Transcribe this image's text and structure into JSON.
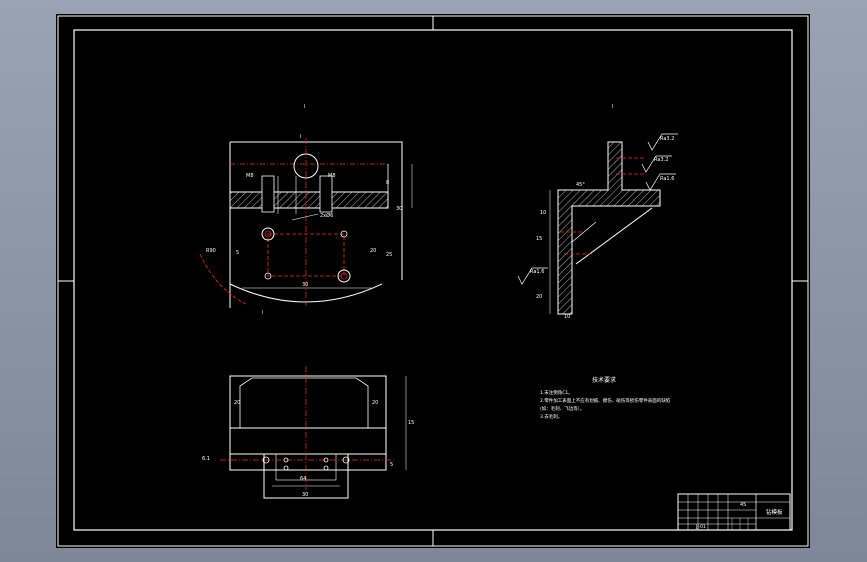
{
  "drawing": {
    "colors": {
      "background": "#000000",
      "line": "#ffffff",
      "center_line": "#ff2020",
      "hatch": "#ffffff",
      "frame": "#9aa3b3"
    },
    "views": {
      "front_mark": "I",
      "side_mark": "I",
      "section_left": "I",
      "section_right": "I"
    },
    "front_dims": {
      "thread_left": "M8",
      "thread_right": "M8",
      "hole_note": "2xØ6",
      "angle": "R90",
      "width_bottom": "30",
      "height_right": "30",
      "height_right2": "8",
      "small_left": "5",
      "small_right": "20",
      "small_mid": "25"
    },
    "side_dims": {
      "rough_1": "Ra3.2",
      "rough_2": "Ra3.2",
      "rough_3": "Ra1.6",
      "rough_4": "Ra1.6",
      "angle_1": "45°",
      "dim_1": "10",
      "dim_2": "15",
      "dim_3": "20",
      "dim_4": "10"
    },
    "plan_dims": {
      "left": "20",
      "right": "20",
      "height": "15",
      "height2": "5",
      "width": "30",
      "width2": "64",
      "side": "6.1"
    },
    "notes": {
      "title": "技术要求",
      "lines": [
        "1.未注倒角C1。",
        "2.零件加工表面上不应有划痕、擦伤、碰伤等损伤零件表面的缺陷",
        "(如：毛刺、飞边等）。",
        "3.去毛刺。"
      ]
    },
    "title_block": {
      "name": "钻模板",
      "material": "45",
      "drawing_no": "JJ-01"
    }
  }
}
